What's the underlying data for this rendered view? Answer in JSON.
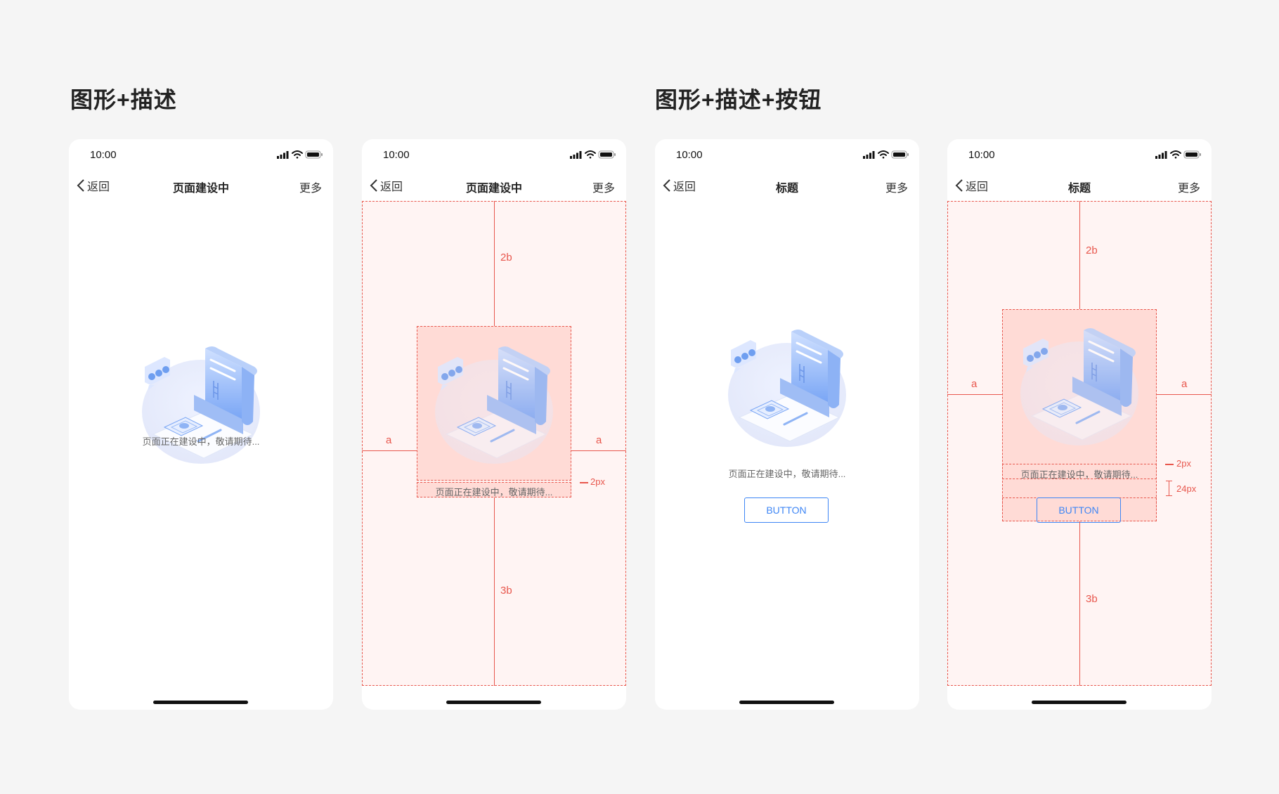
{
  "sections": [
    {
      "title": "图形+描述"
    },
    {
      "title": "图形+描述+按钮"
    }
  ],
  "phones": [
    {
      "time": "10:00",
      "back_label": "返回",
      "title": "页面建设中",
      "more_label": "更多",
      "description": "页面正在建设中，敬请期待..."
    },
    {
      "time": "10:00",
      "back_label": "返回",
      "title": "页面建设中",
      "more_label": "更多",
      "description": "页面正在建设中，敬请期待..."
    },
    {
      "time": "10:00",
      "back_label": "返回",
      "title": "标题",
      "more_label": "更多",
      "description": "页面正在建设中，敬请期待...",
      "button_label": "BUTTON"
    },
    {
      "time": "10:00",
      "back_label": "返回",
      "title": "标题",
      "more_label": "更多",
      "description": "页面正在建设中，敬请期待...",
      "button_label": "BUTTON"
    }
  ],
  "annotations": {
    "top_margin": "2b",
    "bottom_margin": "3b",
    "side_margin": "a",
    "text_gap": "2px",
    "button_gap": "24px"
  },
  "icons": [
    "back-chevron-icon",
    "signal-icon",
    "wifi-icon",
    "battery-icon",
    "under-construction-illustration"
  ],
  "colors": {
    "annotation": "#e8574d",
    "button": "#3e86f5",
    "background": "#f5f5f5"
  }
}
